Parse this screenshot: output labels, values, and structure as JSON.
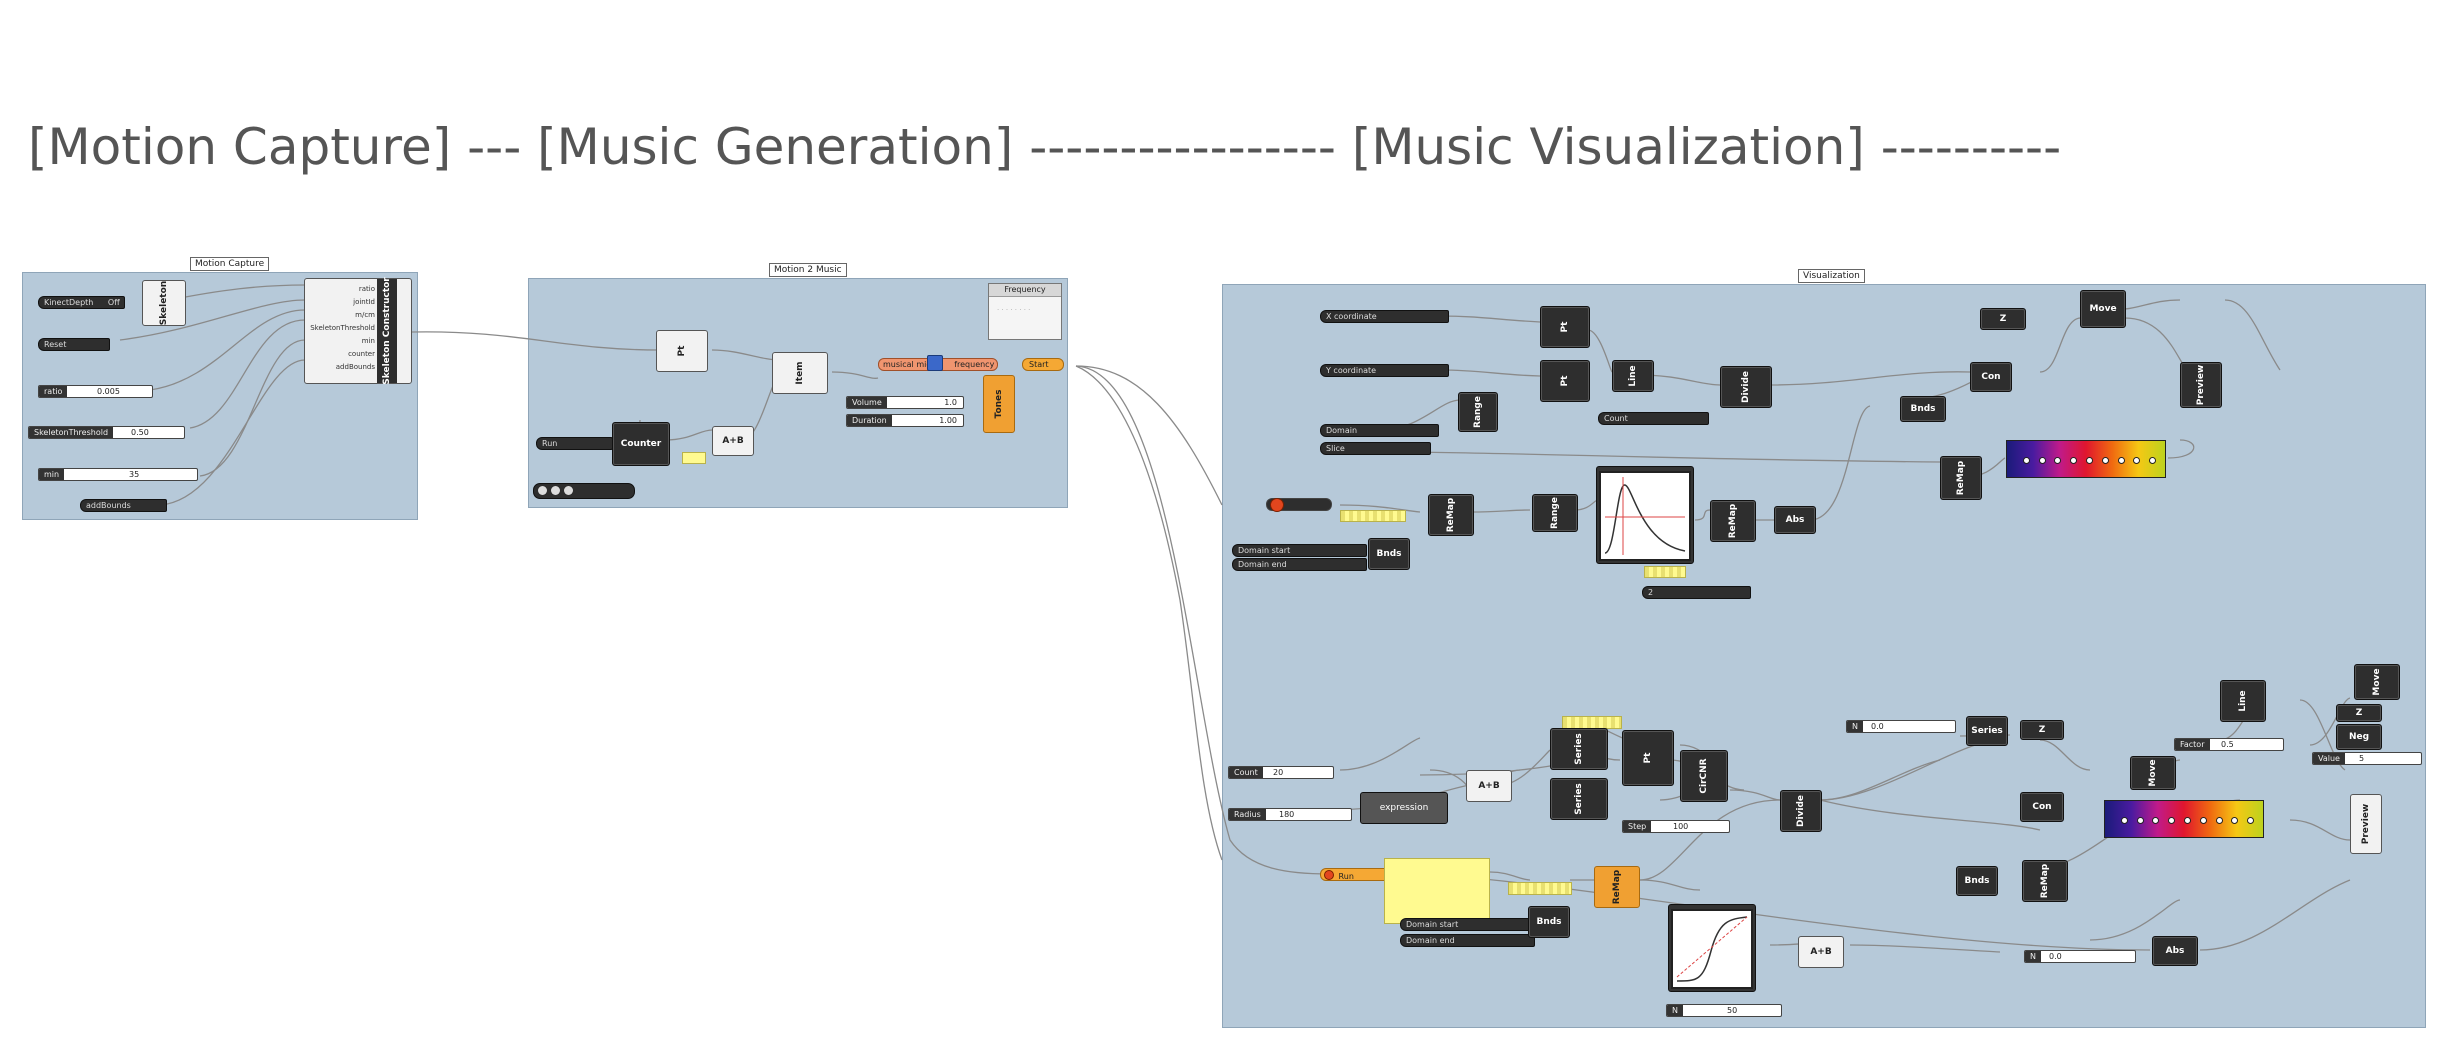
{
  "heading": {
    "motion": "[Motion Capture]",
    "sep1": "---",
    "generation": "[Music Generation]",
    "sep2": "-----------------",
    "visualization": "[Music Visualization]",
    "sep3": "----------"
  },
  "groups": {
    "motion_capture": "Motion Capture",
    "motion_music": "Motion 2 Music",
    "visualization": "Visualization"
  },
  "components": {
    "skeleton": "Skeleton",
    "skeleton_constructor": "Skeleton Constructor",
    "counter": "Counter",
    "item": "Item",
    "tones": "Tones",
    "divide": "Divide",
    "remap": "ReMap",
    "bounds": "Bnds",
    "construct": "Con",
    "series": "Series",
    "graph_mapper": "Graph",
    "preview": "Preview",
    "gradient": "Gradient",
    "move": "Move",
    "line": "Line",
    "unit_z": "Z"
  },
  "constructor_inputs": [
    "ratio",
    "jointId",
    "m/cm",
    "SkeletonThreshold",
    "min",
    "counter",
    "addBounds"
  ],
  "music": {
    "midi_label": "musical midi",
    "frequency_label": "frequency",
    "start_label": "Start",
    "note_title": "Frequency",
    "volume_label": "Volume",
    "volume_value": "1.0",
    "duration_label": "Duration",
    "duration_value": "1.00"
  },
  "motion_params": {
    "kinect_label": "KinectDepth",
    "kinect_value": "Off",
    "reset_label": "Reset",
    "ratio_label": "ratio",
    "ratio_value": "0.005",
    "threshold_label": "SkeletonThreshold",
    "threshold_value": "0.50",
    "min_label": "min",
    "min_value": "35",
    "bounds_label": "addBounds"
  },
  "viz_params": {
    "x_coord": "X coordinate",
    "y_coord": "Y coordinate",
    "domain": "Domain",
    "slice": "Slice",
    "domain_start": "Domain start",
    "domain_end": "Domain end",
    "count_label": "Count",
    "count_value": "20",
    "radius_label": "Radius",
    "radius_value": "180",
    "step_label": "Step",
    "step_value": "100",
    "factor_label": "Factor",
    "factor_value": "0.5",
    "value_label": "Value",
    "value_value": "5",
    "n_value": "0.0",
    "low_value": "50",
    "run_label": "Run"
  },
  "colors": {
    "group_bg": "#b6c9d9",
    "component": "#2e2e2e",
    "panel": "#fffa90",
    "wire": "#999999",
    "heading": "#555555"
  }
}
